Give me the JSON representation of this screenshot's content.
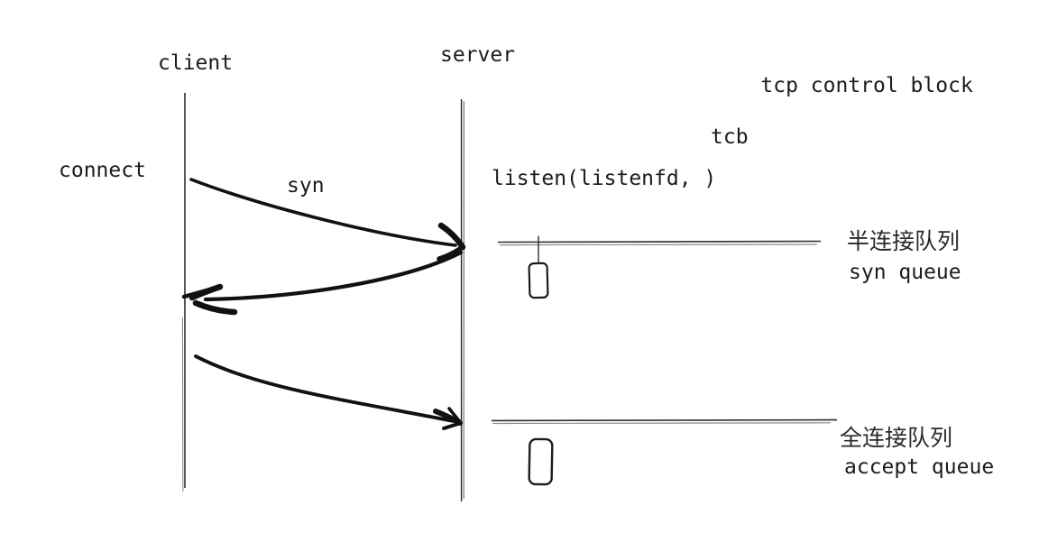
{
  "diagram": {
    "kind": "tcp-three-way-handshake-sequence",
    "actors": {
      "client_label": "client",
      "server_label": "server"
    },
    "annotations": {
      "tcb_line1": "tcp control block",
      "tcb_line2": "tcb",
      "connect_label": "connect",
      "syn_label": "syn",
      "listen_label": "listen(listenfd, )"
    },
    "queues": {
      "syn_queue": {
        "label_zh": "半连接队列",
        "label_en": "syn queue"
      },
      "accept_queue": {
        "label_zh": "全连接队列",
        "label_en": "accept queue"
      }
    }
  },
  "colors": {
    "background": "#ffffff",
    "ink_text": "#1c1c1c",
    "ink_stroke": "#111111",
    "thin_line": "#2f2f2f",
    "ghost_line": "#8a8a8a"
  }
}
